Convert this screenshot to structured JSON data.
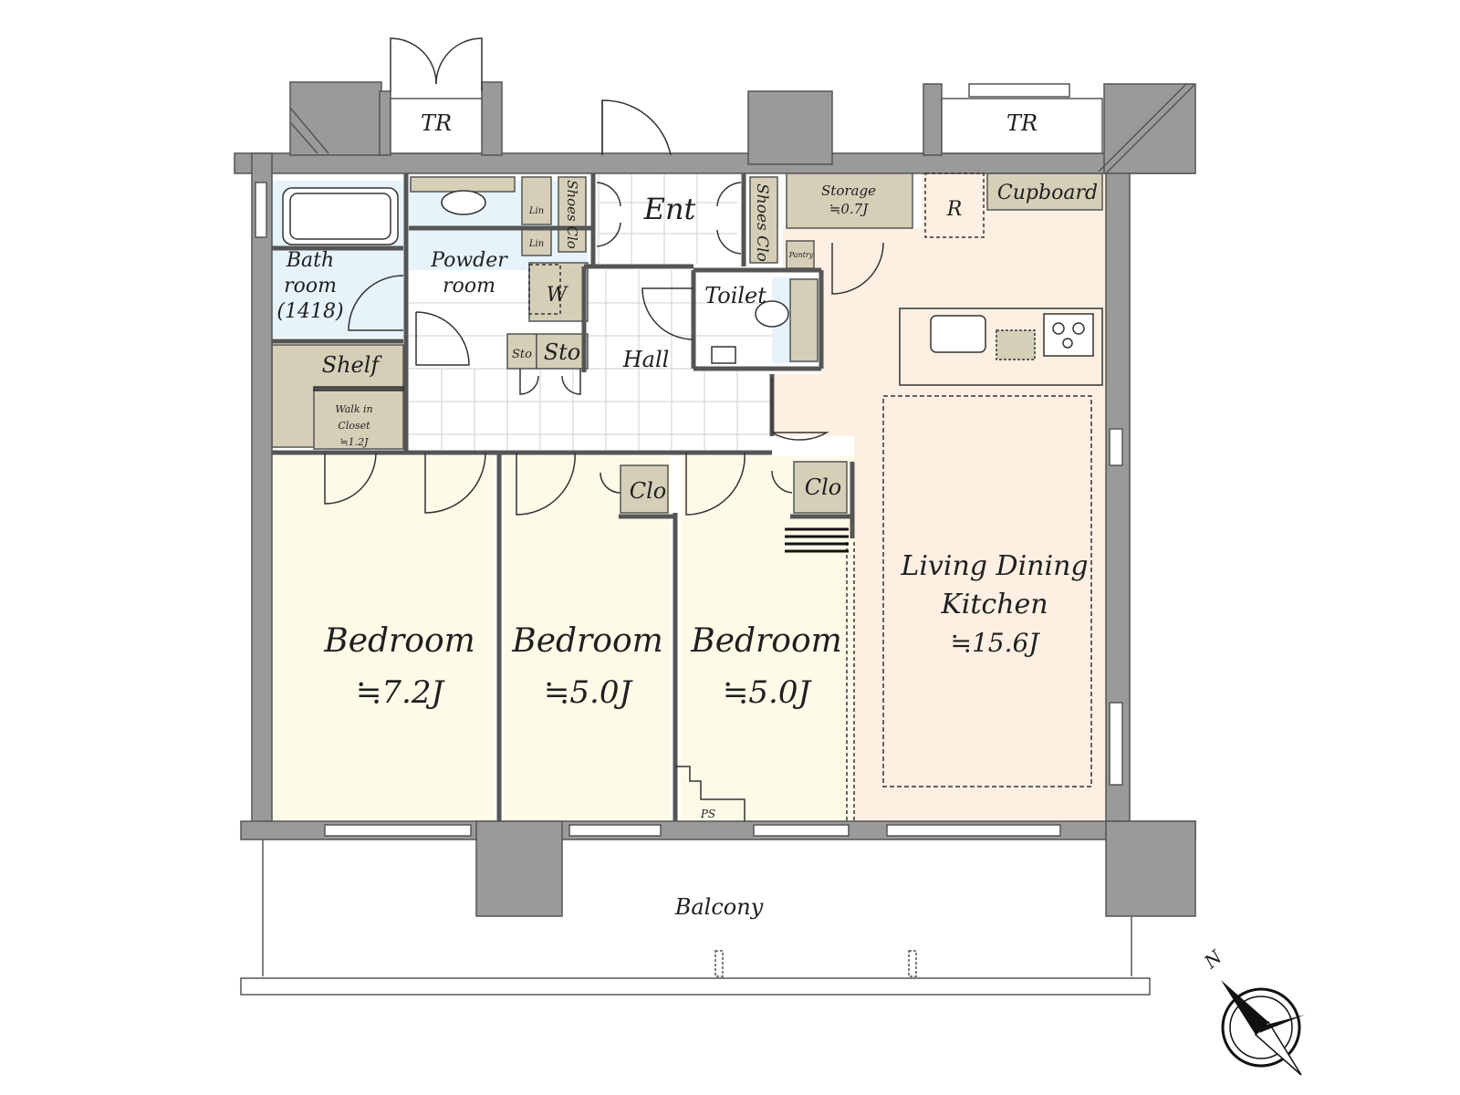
{
  "floor_plan": {
    "labels": {
      "tr_left": "TR",
      "tr_right": "TR",
      "entrance": "Ent",
      "shoes_clo_left": "Shoes Clo",
      "shoes_clo_right": "Shoes Clo",
      "storage": "Storage",
      "storage_area": "≒0.7J",
      "cupboard": "Cupboard",
      "fridge": "R",
      "pantry": "Pantry",
      "lin_top": "Lin",
      "lin_bottom": "Lin",
      "bath_line1": "Bath",
      "bath_line2": "room",
      "bath_line3": "(1418)",
      "powder_line1": "Powder",
      "powder_line2": "room",
      "washer": "W",
      "sto_small": "Sto",
      "sto_large": "Sto",
      "toilet": "Toilet",
      "hall": "Hall",
      "shelf": "Shelf",
      "wic_line1": "Walk in",
      "wic_line2": "Closet",
      "wic_area": "≒1.2J",
      "clo_mid": "Clo",
      "clo_right": "Clo",
      "bedroom1": "Bedroom",
      "bedroom1_area": "≒7.2J",
      "bedroom2": "Bedroom",
      "bedroom2_area": "≒5.0J",
      "bedroom3": "Bedroom",
      "bedroom3_area": "≒5.0J",
      "ldk_line1": "Living Dining",
      "ldk_line2": "Kitchen",
      "ldk_area": "≒15.6J",
      "ps": "PS",
      "balcony": "Balcony",
      "compass_north": "N"
    },
    "colors": {
      "wall": "#9a9a9a",
      "wall_stroke": "#555555",
      "bedroom_fill": "#fdfbe8",
      "ldk_fill": "#fdf0e2",
      "wet_fill": "#e6f3fb",
      "storage_fill": "#d6cfb8",
      "hall_fill": "#ffffff"
    }
  }
}
